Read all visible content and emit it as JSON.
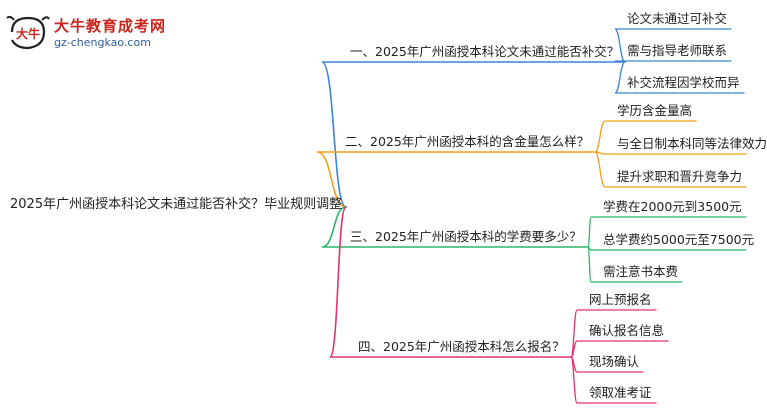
{
  "logo": {
    "title": "大牛教育成考网",
    "url": "gz-chengkao.com",
    "mark_text": "大牛"
  },
  "root": {
    "text": "2025年广州函授本科论文未通过能否补交？毕业规则调整"
  },
  "branches": [
    {
      "label": "一、2025年广州函授本科论文未通过能否补交？",
      "color": "#3a86d8",
      "children": [
        "论文未通过可补交",
        "需与指导老师联系",
        "补交流程因学校而异"
      ]
    },
    {
      "label": "二、2025年广州函授本科的含金量怎么样？",
      "color": "#f0a21a",
      "children": [
        "学历含金量高",
        "与全日制本科同等法律效力",
        "提升求职和晋升竞争力"
      ]
    },
    {
      "label": "三、2025年广州函授本科的学费要多少？",
      "color": "#2bb56b",
      "children": [
        "学费在2000元到3500元",
        "总学费约5000元至7500元",
        "需注意书本费"
      ]
    },
    {
      "label": "四、2025年广州函授本科怎么报名？",
      "color": "#e4326e",
      "children": [
        "网上预报名",
        "确认报名信息",
        "现场确认",
        "领取准考证"
      ]
    }
  ]
}
